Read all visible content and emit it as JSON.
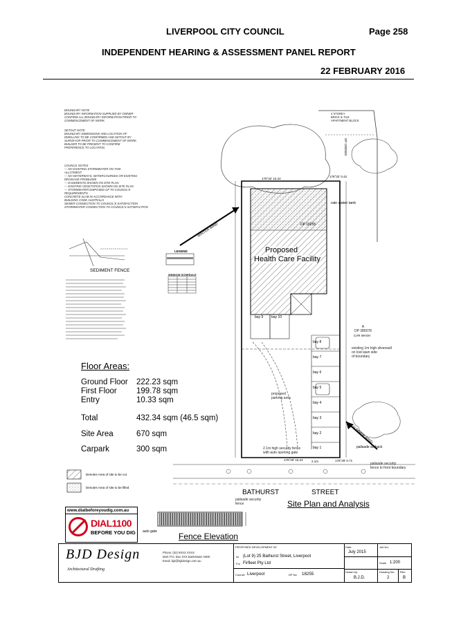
{
  "header": {
    "council": "LIVERPOOL CITY COUNCIL",
    "page": "Page 258",
    "report": "INDEPENDENT HEARING & ASSESSMENT PANEL REPORT",
    "date": "22 FEBRUARY 2016"
  },
  "notes": {
    "boundary": "BOUNDARY NOTE\nBOUNDARY INFORMATION SUPPLIED BY OWNER\nCONFIRM ALL BOUNDARY INFORMATION PRIOR TO\nCOMMENCEMENT OF WORK.",
    "setout": "SETOUT NOTE\nBOUNDARY DIMENSIONS AND LOCATION OF\nDWELLING TO BE CONFIRMED AND SETOUT BY\nSURVEYOR PRIOR TO COMMENCEMENT OF WORK.\nBUILDER TO BE PRESENT TO CONFIRM\nPREFERENCE TO LOCATION.",
    "council": "COUNCIL NOTES\n— NO EXISTING STORMWATER ON THIS\nALLOTMENT\n— NO WATERWAYS, WATERCOURSES OR EXISTING\nDRAINAGE PROBLEMS\n— EASEMENTS SHOWN ON SITE PLAN\n— EXISTING VEGETATION SHOWN ON SITE PLAN\n— STORMWATER DISPOSED OF TO COUNCIL'S\nREQUIREMENTS\nCONCRETE SLAB IN ACCORDANCE WITH\nBUILDING CODE AUSTRALIA\nSEWER CONNECTION TO COUNCIL'S SATISFACTION\nSTORMWATER CONNECTION TO COUNCIL'S SATISFACTION"
  },
  "plan": {
    "sediment_fence": "SEDIMENT FENCE",
    "legend": "LEGEND",
    "window_schedule": "WINDOW SCHEDULE",
    "winter_wind": "WINTER WIND",
    "summer_wind": "SUMMER WIND",
    "neighbour_top": "4 STOREY\nBRICK & TILE\nAPARTMENT BLOCK",
    "dp_top": "DP 1002503",
    "rain_tank": "rain water tank",
    "proposed": "Proposed",
    "facility": "Health Care Facility",
    "dp_mid": "DP 18255",
    "dp_right_label": "A\nDP 385078",
    "car_wash": "CAR WASH",
    "fence_note_right": "existing 1m high sliverwall\non lost lawn side\nof boundary",
    "proposed_parking": "proposed\nparking area",
    "high_fence": "2.1m high security fence\nwith auto opening gate",
    "palisade_right": "palisade security\nfence to front boundary",
    "palisade_left": "palisade security\nfence",
    "palisade_setback": "palisade setback",
    "auto_gate": "auto gate",
    "bay1": "bay 1",
    "bay2": "bay 2",
    "bay3": "bay 3",
    "bay4": "bay 4",
    "bay5": "bay 5",
    "bay6": "bay 6",
    "bay7": "bay 7",
    "bay8": "bay 8",
    "bay9": "bay 9",
    "bay10": "bay 10",
    "dim_top_a": "178°32' 15.24",
    "dim_top_b": "178°32' 0.42",
    "dim_bottom_a": "2.1m",
    "dim_bottom_b": "178°29' 15.24",
    "dim_bottom_c": "178°29' 0.71",
    "street_1": "BATHURST",
    "street_2": "STREET",
    "site_plan_title": "Site Plan and Analysis",
    "fence_elevation": "Fence Elevation"
  },
  "areas": {
    "title": "Floor Areas:",
    "rows": [
      {
        "label": "Ground Floor",
        "value": "222.23 sqm"
      },
      {
        "label": "First Floor",
        "value": "199.78 sqm"
      },
      {
        "label": "Entry",
        "value": "10.33 sqm"
      }
    ],
    "total_label": "Total",
    "total_value": "432.34 sqm (46.5 sqm)",
    "site_label": "Site Area",
    "site_value": "670 sqm",
    "carpark_label": "Carpark",
    "carpark_value": "300 sqm"
  },
  "legend_keys": {
    "cut": "Denotes Area of site to be cut",
    "fill": "Denotes Area of site to be filled"
  },
  "dial": {
    "url": "www.dialbeforeyoudig.com.au",
    "number": "DIAL1100",
    "tagline": "BEFORE YOU DIG"
  },
  "title_block": {
    "firm": "BJD Design",
    "firm_sub": "Architectural Drafting",
    "firm_contact": "Phone: (02) 9XXX XXXX\nMail: P.O. Box XXX Bankstown NSW\nEmail: bjd@bjddesign.com.au",
    "proposed_dev_label": "PROPOSED DEVELOPMENT AT:",
    "address_prefix": "At",
    "address": "(Lot 9) 25 Bathurst Street, Liverpool",
    "for_label": "For",
    "client": "Firfleet Pty Ltd",
    "council_label": "Council",
    "council": "Liverpool",
    "dp_label": "DP No",
    "dp": "18255",
    "date_label": "Date:",
    "date": "July 2015",
    "job_label": "Job No:",
    "scale_label": "Scale",
    "scale": "1:200",
    "drawn_label": "Drawn by:",
    "drawn": "B.J.D.",
    "drawing_no_label": "Drawing No:",
    "drawing_no": "2",
    "rev_label": "Rev:",
    "rev": "B"
  }
}
